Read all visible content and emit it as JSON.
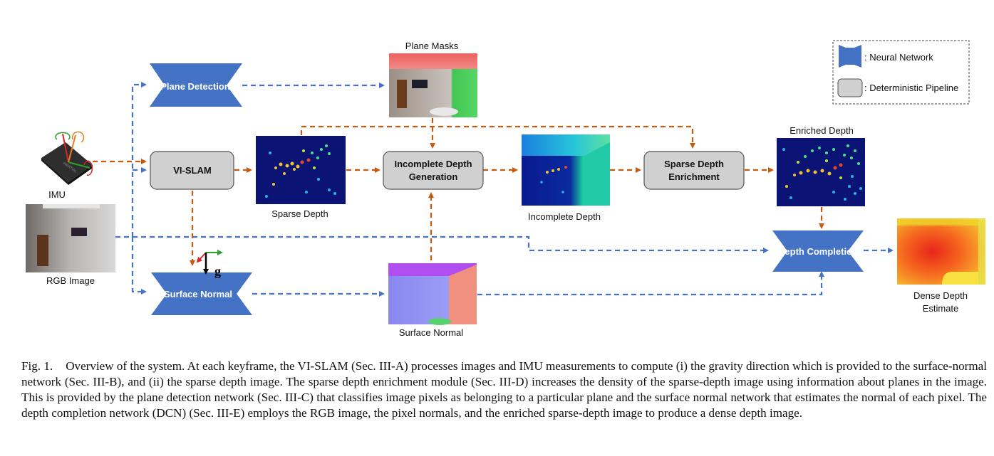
{
  "nodes": {
    "plane_detection": "Plane Detection",
    "vi_slam": "VI-SLAM",
    "surface_normal_net": "Surface Normal",
    "incomplete_depth_gen_line1": "Incomplete Depth",
    "incomplete_depth_gen_line2": "Generation",
    "sparse_enrich_line1": "Sparse Depth",
    "sparse_enrich_line2": "Enrichment",
    "depth_completion": "Depth Completion"
  },
  "images": {
    "plane_masks": "Plane Masks",
    "sparse_depth": "Sparse Depth",
    "incomplete_depth": "Incomplete Depth",
    "enriched_depth": "Enriched Depth",
    "surface_normal": "Surface Normal",
    "dense_depth_line1": "Dense Depth",
    "dense_depth_line2": "Estimate",
    "imu": "IMU",
    "rgb": "RGB Image",
    "gravity": "g"
  },
  "legend": {
    "neural_network": ": Neural Network",
    "deterministic": ": Deterministic Pipeline"
  },
  "colors": {
    "neural": "#4472c4",
    "box_fill": "#d0d0d0",
    "blue_arrow": "#4472c4",
    "orange_arrow": "#c55a11"
  },
  "caption": {
    "fig": "Fig. 1.",
    "text": "Overview of the system. At each keyframe, the VI-SLAM (Sec. III-A) processes images and IMU measurements to compute (i) the gravity direction which is provided to the surface-normal network (Sec. III-B), and (ii) the sparse depth image. The sparse depth enrichment module (Sec. III-D) increases the density of the sparse-depth image using information about planes in the image. This is provided by the plane detection network (Sec. III-C) that classifies image pixels as belonging to a particular plane and the surface normal network that estimates the normal of each pixel. The depth completion network (DCN) (Sec. III-E) employs the RGB image, the pixel normals, and the enriched sparse-depth image to produce a dense depth image."
  }
}
